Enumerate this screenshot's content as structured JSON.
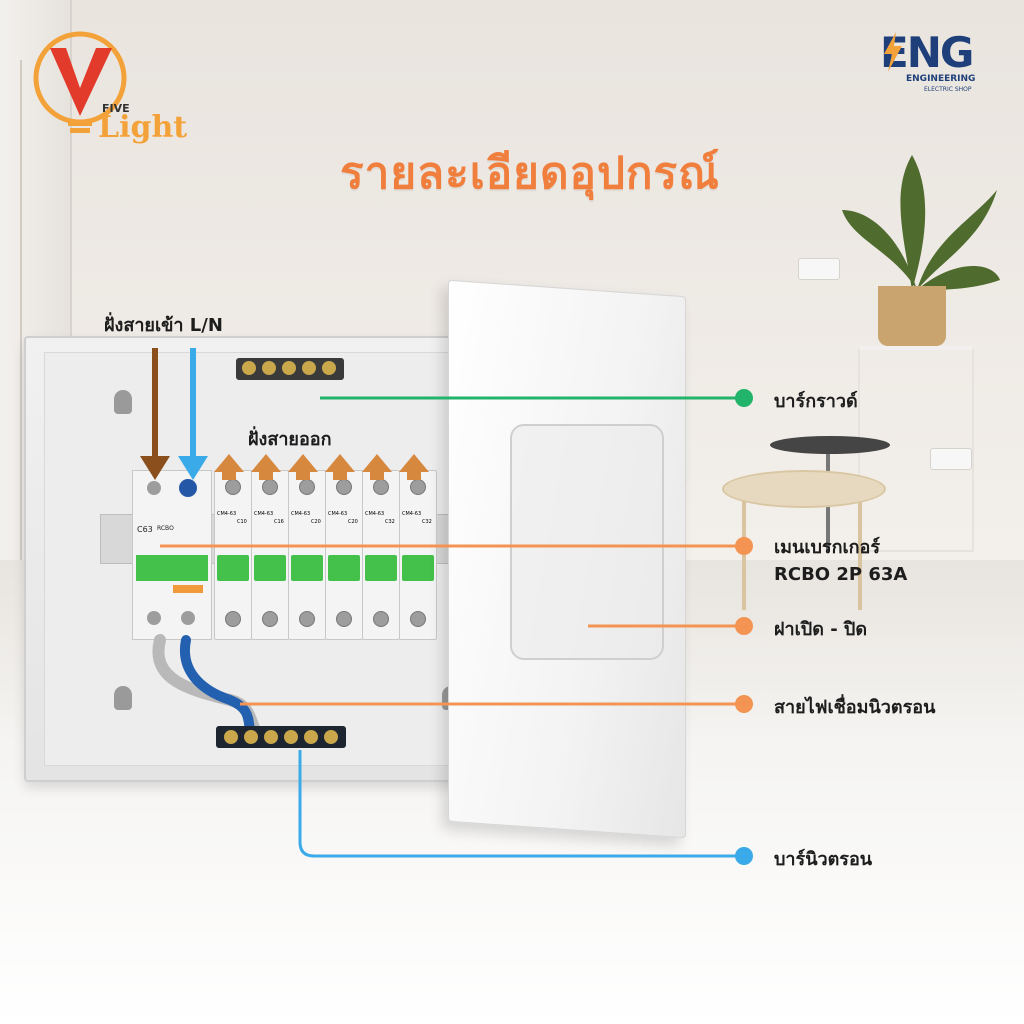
{
  "header": {
    "title": "รายละเอียดอุปกรณ์"
  },
  "brand_logo": {
    "top_text": "FIVE",
    "main_text": "Light"
  },
  "shop_logo": {
    "main_text": "ENG",
    "sub_text": "ENGINEERING",
    "tag_text": "ELECTRIC SHOP"
  },
  "labels": {
    "input_side": "ฝั่งสายเข้า L/N",
    "output_side": "ฝั่งสายออก",
    "ground_bar": "บาร์กราวด์",
    "main_breaker_line1": "เมนเบรกเกอร์",
    "main_breaker_line2": "RCBO 2P 63A",
    "cover": "ฝาเปิด - ปิด",
    "neutral_wire": "สายไฟเชื่อมนิวตรอน",
    "neutral_bar": "บาร์นิวตรอน"
  },
  "device_markings": {
    "rcbo_rating": "C63",
    "rcbo_type": "RCBO",
    "branch_model": "CM4-63",
    "branch_ratings": [
      "C10",
      "C16",
      "C20",
      "C20",
      "C32",
      "C32"
    ]
  },
  "colors": {
    "title": "#f07f3e",
    "line_green": "#22b46a",
    "line_orange": "#f39453",
    "line_blue": "#3aaae8",
    "arrow_brown": "#8b4f1e",
    "arrow_blue": "#3aaae8",
    "switch_green": "#43c14a"
  }
}
